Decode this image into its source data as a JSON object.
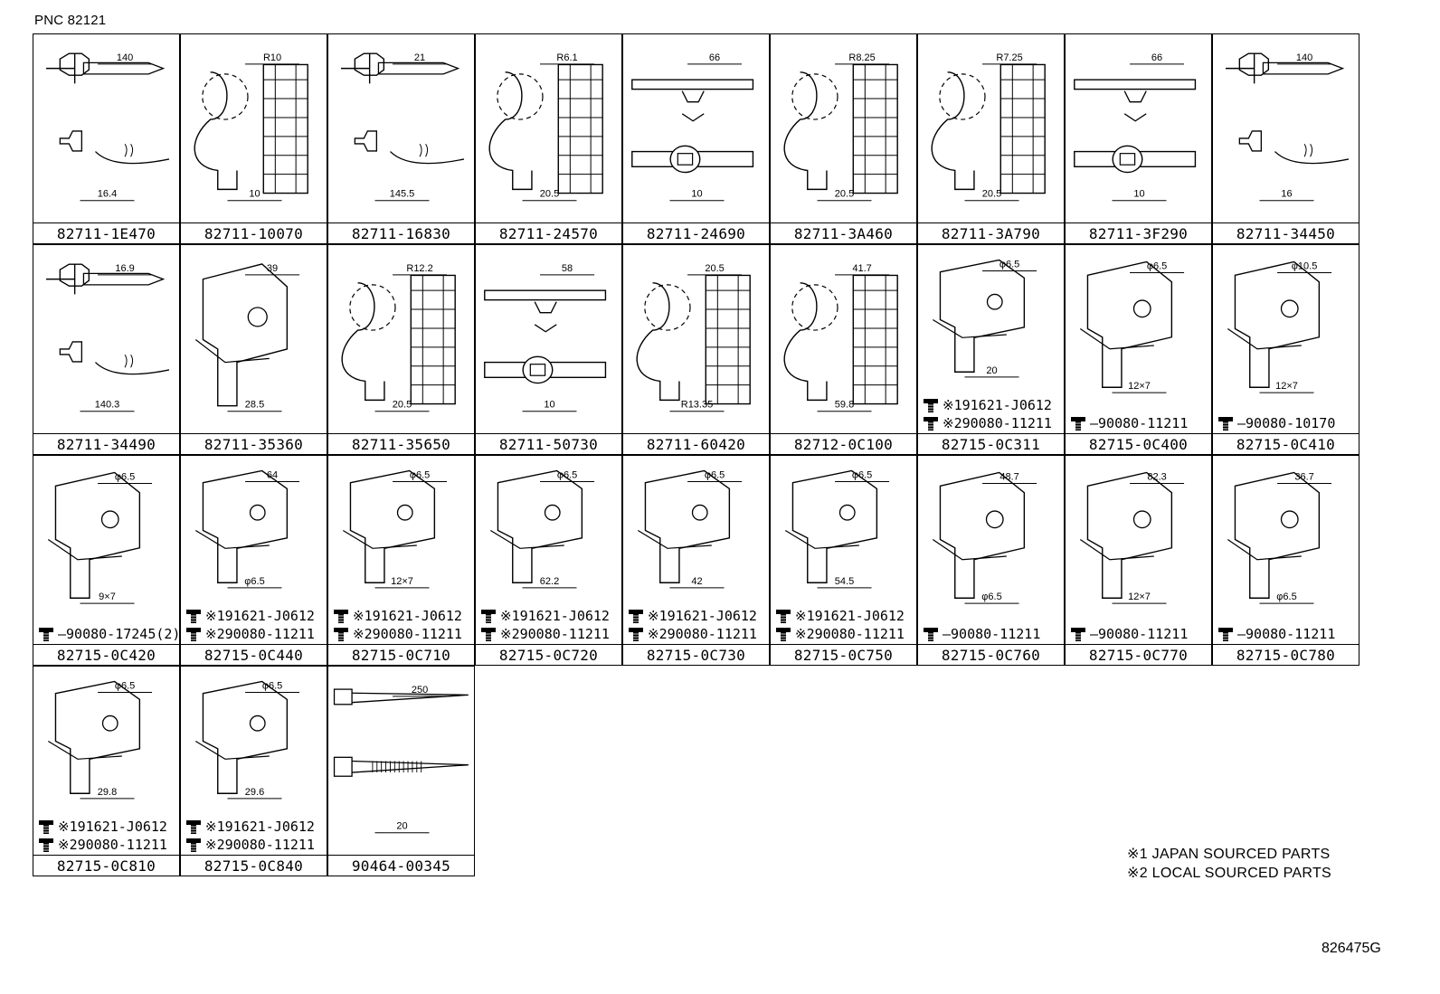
{
  "header": {
    "pnc_label": "PNC 82121"
  },
  "cells": [
    {
      "part": "82711-1E470",
      "dims": [
        "140",
        "16.4"
      ],
      "hardware": []
    },
    {
      "part": "82711-10070",
      "dims": [
        "R10",
        "10"
      ],
      "hardware": []
    },
    {
      "part": "82711-16830",
      "dims": [
        "21",
        "145.5"
      ],
      "hardware": []
    },
    {
      "part": "82711-24570",
      "dims": [
        "R6.1",
        "20.5"
      ],
      "hardware": []
    },
    {
      "part": "82711-24690",
      "dims": [
        "66",
        "10"
      ],
      "hardware": []
    },
    {
      "part": "82711-3A460",
      "dims": [
        "R8.25",
        "20.5"
      ],
      "hardware": []
    },
    {
      "part": "82711-3A790",
      "dims": [
        "R7.25",
        "20.5"
      ],
      "hardware": []
    },
    {
      "part": "82711-3F290",
      "dims": [
        "66",
        "10"
      ],
      "hardware": []
    },
    {
      "part": "82711-34450",
      "dims": [
        "140",
        "16"
      ],
      "hardware": []
    },
    {
      "part": "82711-34490",
      "dims": [
        "16.9",
        "140.3"
      ],
      "hardware": []
    },
    {
      "part": "82711-35360",
      "dims": [
        "39",
        "28.5"
      ],
      "hardware": []
    },
    {
      "part": "82711-35650",
      "dims": [
        "R12.2",
        "20.5"
      ],
      "hardware": []
    },
    {
      "part": "82711-50730",
      "dims": [
        "58",
        "10"
      ],
      "hardware": []
    },
    {
      "part": "82711-60420",
      "dims": [
        "20.5",
        "R13.35"
      ],
      "hardware": []
    },
    {
      "part": "82712-0C100",
      "dims": [
        "41.7",
        "59.8"
      ],
      "hardware": []
    },
    {
      "part": "82715-0C311",
      "dims": [
        "φ6.5",
        "20"
      ],
      "hardware": [
        "※191621-J0612",
        "※290080-11211"
      ]
    },
    {
      "part": "82715-0C400",
      "dims": [
        "φ6.5",
        "12×7"
      ],
      "hardware": [
        "—90080-11211"
      ]
    },
    {
      "part": "82715-0C410",
      "dims": [
        "φ10.5",
        "12×7"
      ],
      "hardware": [
        "—90080-10170"
      ]
    },
    {
      "part": "82715-0C420",
      "dims": [
        "φ6.5",
        "9×7"
      ],
      "hardware": [
        "—90080-17245(2)"
      ]
    },
    {
      "part": "82715-0C440",
      "dims": [
        "64",
        "φ6.5"
      ],
      "hardware": [
        "※191621-J0612",
        "※290080-11211"
      ]
    },
    {
      "part": "82715-0C710",
      "dims": [
        "φ6.5",
        "12×7"
      ],
      "hardware": [
        "※191621-J0612",
        "※290080-11211"
      ]
    },
    {
      "part": "82715-0C720",
      "dims": [
        "φ6.5",
        "62.2"
      ],
      "hardware": [
        "※191621-J0612",
        "※290080-11211"
      ]
    },
    {
      "part": "82715-0C730",
      "dims": [
        "φ6.5",
        "42"
      ],
      "hardware": [
        "※191621-J0612",
        "※290080-11211"
      ]
    },
    {
      "part": "82715-0C750",
      "dims": [
        "φ6.5",
        "54.5"
      ],
      "hardware": [
        "※191621-J0612",
        "※290080-11211"
      ]
    },
    {
      "part": "82715-0C760",
      "dims": [
        "48.7",
        "φ6.5"
      ],
      "hardware": [
        "—90080-11211"
      ]
    },
    {
      "part": "82715-0C770",
      "dims": [
        "82.3",
        "12×7"
      ],
      "hardware": [
        "—90080-11211"
      ]
    },
    {
      "part": "82715-0C780",
      "dims": [
        "36.7",
        "φ6.5"
      ],
      "hardware": [
        "—90080-11211"
      ]
    },
    {
      "part": "82715-0C810",
      "dims": [
        "φ6.5",
        "29.8"
      ],
      "hardware": [
        "※191621-J0612",
        "※290080-11211"
      ]
    },
    {
      "part": "82715-0C840",
      "dims": [
        "φ6.5",
        "29.6"
      ],
      "hardware": [
        "※191621-J0612",
        "※290080-11211"
      ]
    },
    {
      "part": "90464-00345",
      "dims": [
        "250",
        "20"
      ],
      "hardware": []
    }
  ],
  "notes": [
    "※1 JAPAN SOURCED PARTS",
    "※2 LOCAL SOURCED PARTS"
  ],
  "footer": {
    "ref_code": "826475G"
  }
}
